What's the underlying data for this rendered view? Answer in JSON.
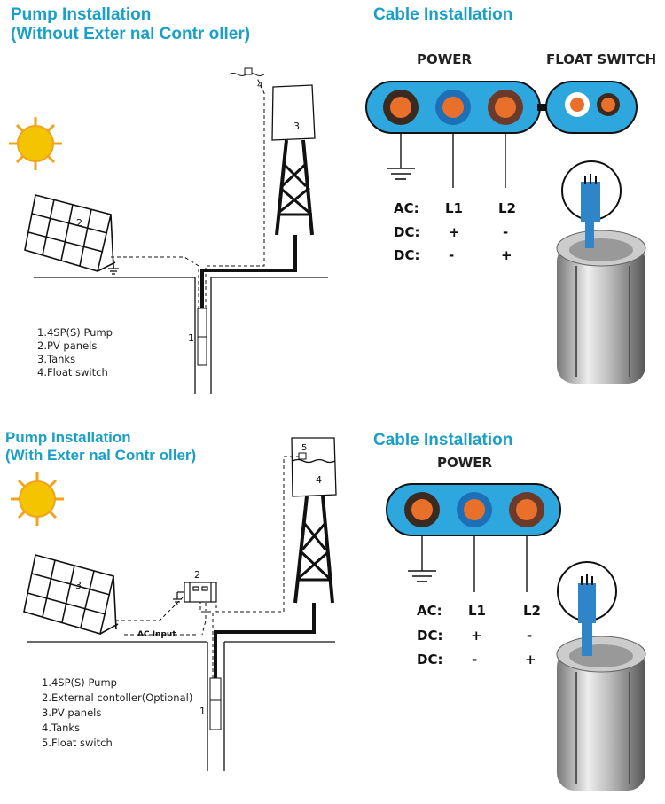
{
  "top": {
    "pump_title_line1": "Pump Installation",
    "pump_title_line2": "(Without Exter nal Contr oller)",
    "cable_title": "Cable Installation",
    "power_label": "POWER",
    "float_label": "FLOAT SWITCH",
    "legend": [
      "1.4SP(S) Pump",
      "2.PV panels",
      "3.Tanks",
      "4.Float switch"
    ],
    "diagram_numbers": {
      "pump": "1",
      "panel": "2",
      "tank": "3",
      "float": "4"
    },
    "table": {
      "rows": [
        {
          "label": "AC:",
          "l1": "L1",
          "l2": "L2"
        },
        {
          "label": "DC:",
          "l1": "+",
          "l2": "-"
        },
        {
          "label": "DC:",
          "l1": "-",
          "l2": "+"
        }
      ]
    }
  },
  "bottom": {
    "pump_title_line1": "Pump Installation",
    "pump_title_line2": "(With Exter nal Contr oller)",
    "cable_title": "Cable Installation",
    "power_label": "POWER",
    "ac_input_label": "AC Input",
    "legend": [
      "1.4SP(S) Pump",
      "2.External contoller(Optional)",
      "3.PV panels",
      "4.Tanks",
      "5.Float switch"
    ],
    "diagram_numbers": {
      "pump": "1",
      "controller": "2",
      "panel": "3",
      "tank": "4",
      "float": "5"
    },
    "table": {
      "rows": [
        {
          "label": "AC:",
          "l1": "L1",
          "l2": "L2"
        },
        {
          "label": "DC:",
          "l1": "+",
          "l2": "-"
        },
        {
          "label": "DC:",
          "l1": "-",
          "l2": "+"
        }
      ]
    }
  },
  "colors": {
    "accent": "#1aa0c8",
    "cable_blue": "#2ea7df",
    "core_orange": "#e8702a",
    "sun_yellow": "#f5c400"
  }
}
